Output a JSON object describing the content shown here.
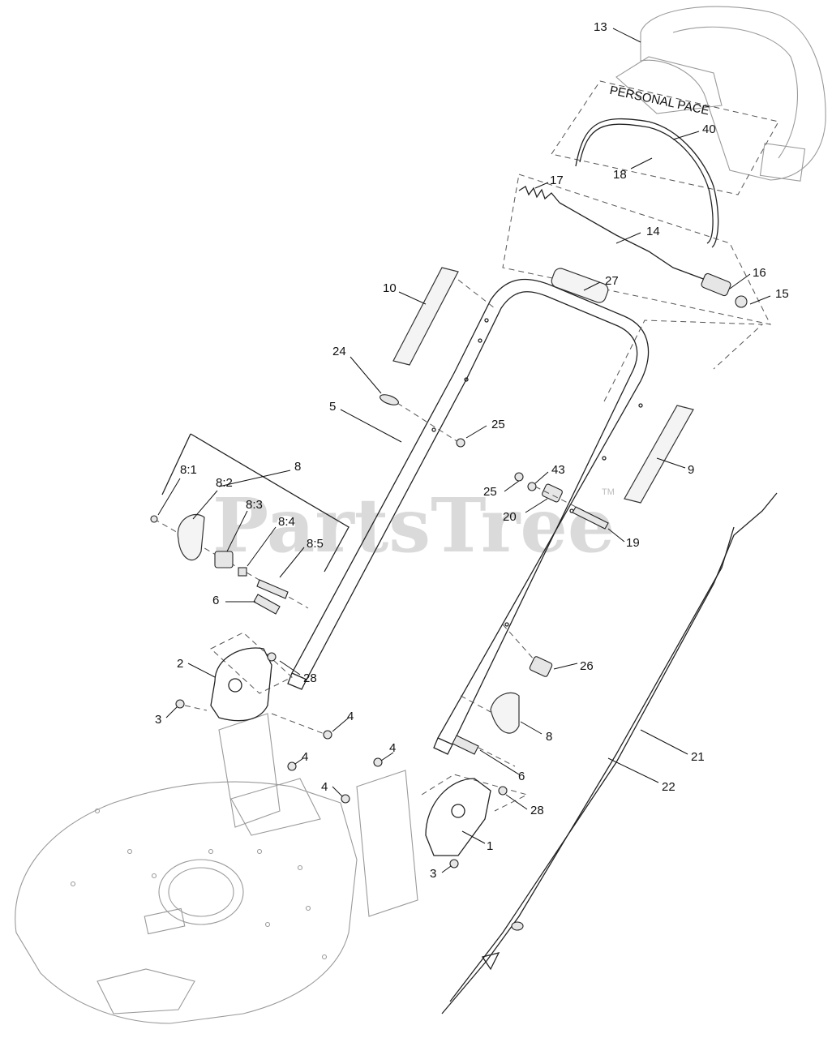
{
  "watermark": {
    "text": "PartsTree",
    "trademark": "TM"
  },
  "handle_label": "PERSONAL PACE",
  "callouts": [
    "13",
    "40",
    "18",
    "17",
    "14",
    "27",
    "16",
    "15",
    "10",
    "24",
    "5",
    "25",
    "8",
    "8:1",
    "8:2",
    "8:3",
    "8:4",
    "8:5",
    "43",
    "25",
    "20",
    "9",
    "19",
    "6",
    "28",
    "2",
    "26",
    "3",
    "4",
    "4",
    "8",
    "4",
    "4",
    "6",
    "28",
    "1",
    "21",
    "22",
    "3"
  ]
}
